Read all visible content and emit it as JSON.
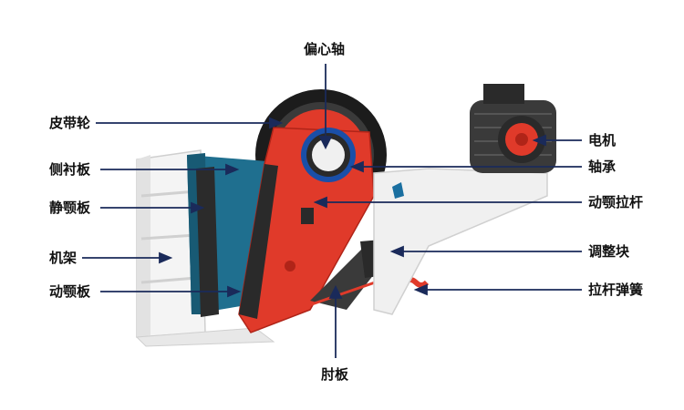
{
  "labels": {
    "eccentric_shaft": "偏心轴",
    "belt_pulley": "皮带轮",
    "side_liner": "侧衬板",
    "fixed_jaw_plate": "静颚板",
    "frame": "机架",
    "moving_jaw_plate": "动颚板",
    "motor": "电机",
    "bearing": "轴承",
    "moving_jaw_tie_rod": "动颚拉杆",
    "adjusting_block": "调整块",
    "tie_rod_spring": "拉杆弹簧",
    "toggle_plate": "肘板"
  },
  "colors": {
    "leader_line": "#1a2a5a",
    "moving_jaw": "#e03a2a",
    "pulley": "#1c1c1c",
    "frame": "#f2f2f2",
    "side_liner": "#1f6f8f",
    "bearing_ring": "#1a4fa8"
  }
}
